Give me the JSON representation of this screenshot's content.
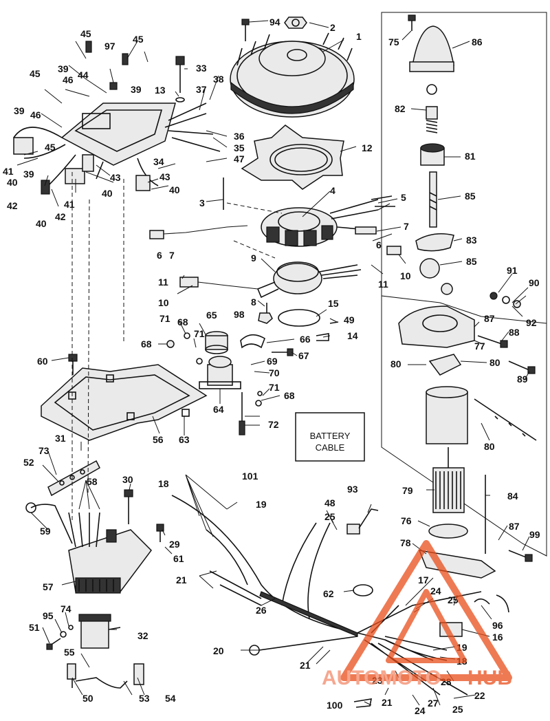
{
  "battery_label": [
    "BATTERY",
    "CABLE"
  ],
  "watermark": {
    "part1": "AUTOMOTO",
    "part2": "HUB",
    "color1": "#f28a6a",
    "color2": "#e94e1b"
  },
  "callouts": {
    "p1": "1",
    "p2": "2",
    "p3": "3",
    "p4": "4",
    "p5": "5",
    "p6a": "6",
    "p6b": "6",
    "p7a": "7",
    "p7b": "7",
    "p8": "8",
    "p9": "9",
    "p10a": "10",
    "p10b": "10",
    "p11a": "11",
    "p11b": "11",
    "p12": "12",
    "p13": "13",
    "p14": "14",
    "p15": "15",
    "p16": "16",
    "p17": "17",
    "p18a": "18",
    "p18b": "18",
    "p19a": "19",
    "p19b": "19",
    "p20": "20",
    "p21a": "21",
    "p21b": "21",
    "p21c": "21",
    "p22": "22",
    "p23": "23",
    "p24a": "24",
    "p24b": "24",
    "p25a": "25",
    "p25b": "25",
    "p25c": "25",
    "p26": "26",
    "p27": "27",
    "p28": "28",
    "p29": "29",
    "p30": "30",
    "p31": "31",
    "p32": "32",
    "p33": "33",
    "p34": "34",
    "p35": "35",
    "p36": "36",
    "p37": "37",
    "p38": "38",
    "p39a": "39",
    "p39b": "39",
    "p39c": "39",
    "p39d": "39",
    "p40a": "40",
    "p40b": "40",
    "p40c": "40",
    "p40d": "40",
    "p41a": "41",
    "p41b": "41",
    "p42a": "42",
    "p42b": "42",
    "p43a": "43",
    "p43b": "43",
    "p44": "44",
    "p45a": "45",
    "p45b": "45",
    "p45c": "45",
    "p45d": "45",
    "p46a": "46",
    "p46b": "46",
    "p47": "47",
    "p48": "48",
    "p49": "49",
    "p50": "50",
    "p51": "51",
    "p52": "52",
    "p53": "53",
    "p54": "54",
    "p55": "55",
    "p56": "56",
    "p57": "57",
    "p58": "58",
    "p59": "59",
    "p60": "60",
    "p61": "61",
    "p62": "62",
    "p63": "63",
    "p64": "64",
    "p65": "65",
    "p66": "66",
    "p67": "67",
    "p68a": "68",
    "p68b": "68",
    "p68c": "68",
    "p69": "69",
    "p70": "70",
    "p71a": "71",
    "p71b": "71",
    "p71c": "71",
    "p72": "72",
    "p73": "73",
    "p74": "74",
    "p75": "75",
    "p76": "76",
    "p77": "77",
    "p78": "78",
    "p79": "79",
    "p80a": "80",
    "p80b": "80",
    "p80c": "80",
    "p81": "81",
    "p82": "82",
    "p83": "83",
    "p84": "84",
    "p85a": "85",
    "p85b": "85",
    "p86": "86",
    "p87a": "87",
    "p87b": "87",
    "p88": "88",
    "p89": "89",
    "p90": "90",
    "p91": "91",
    "p92": "92",
    "p93": "93",
    "p94": "94",
    "p95": "95",
    "p96": "96",
    "p97": "97",
    "p98": "98",
    "p99": "99",
    "p100": "100",
    "p101": "101"
  }
}
